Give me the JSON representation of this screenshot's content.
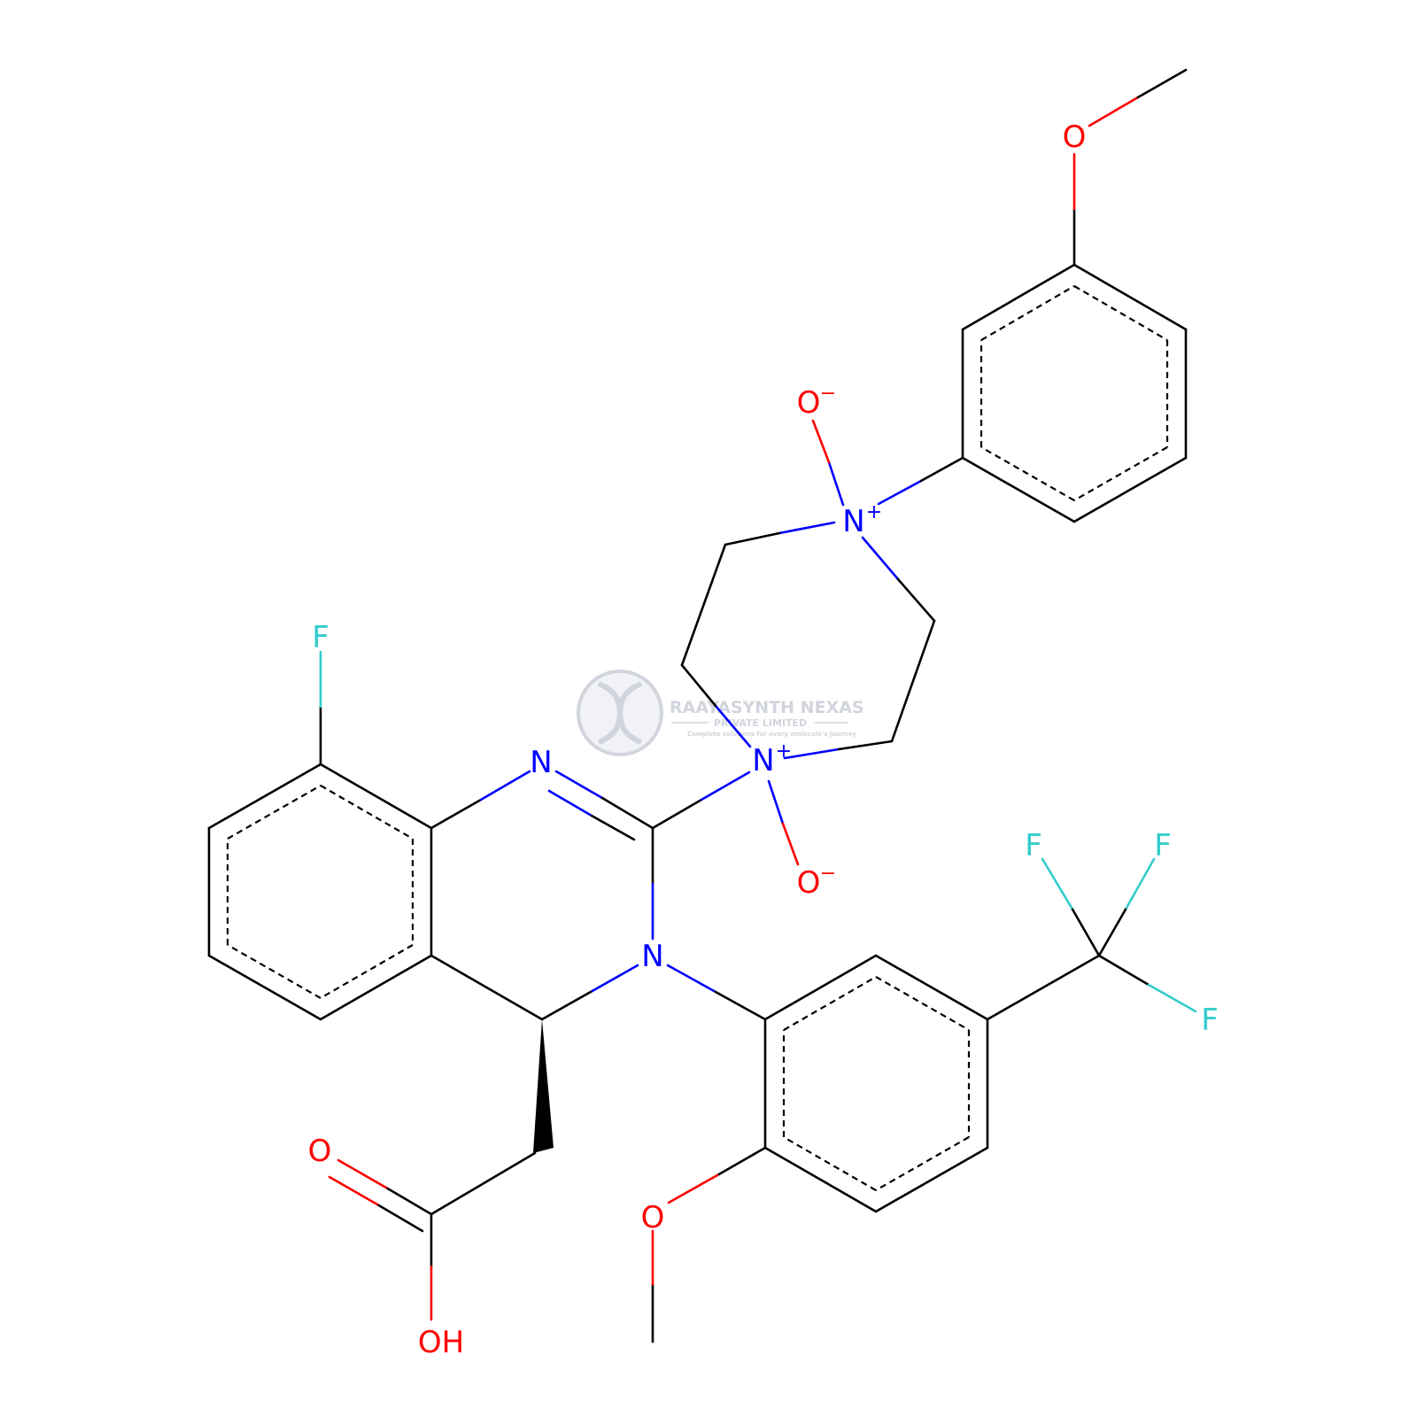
{
  "colors": {
    "bond": "#000000",
    "N": "#0000ff",
    "O": "#ff0000",
    "F": "#33cccc",
    "watermark": "#c9cdd6"
  },
  "watermark": {
    "name": "RAAYASYNTH NEXAS",
    "subtitle": "PRIVATE LIMITED",
    "tagline": "Complete solutions for every molecule's journey"
  },
  "atoms": [
    {
      "id": "F1",
      "symbol": "F"
    },
    {
      "id": "N1",
      "symbol": "N"
    },
    {
      "id": "N3",
      "symbol": "N"
    },
    {
      "id": "Np1",
      "symbol": "N",
      "charge": "+"
    },
    {
      "id": "Np4",
      "symbol": "N",
      "charge": "+"
    },
    {
      "id": "Om1",
      "symbol": "O",
      "charge": "−"
    },
    {
      "id": "Om2",
      "symbol": "O",
      "charge": "−"
    },
    {
      "id": "Ome1",
      "symbol": "O"
    },
    {
      "id": "Ome2",
      "symbol": "O"
    },
    {
      "id": "Oac",
      "symbol": "O"
    },
    {
      "id": "OH",
      "symbol": "OH"
    },
    {
      "id": "Fa",
      "symbol": "F"
    },
    {
      "id": "Fb",
      "symbol": "F"
    },
    {
      "id": "Fc",
      "symbol": "F"
    }
  ]
}
